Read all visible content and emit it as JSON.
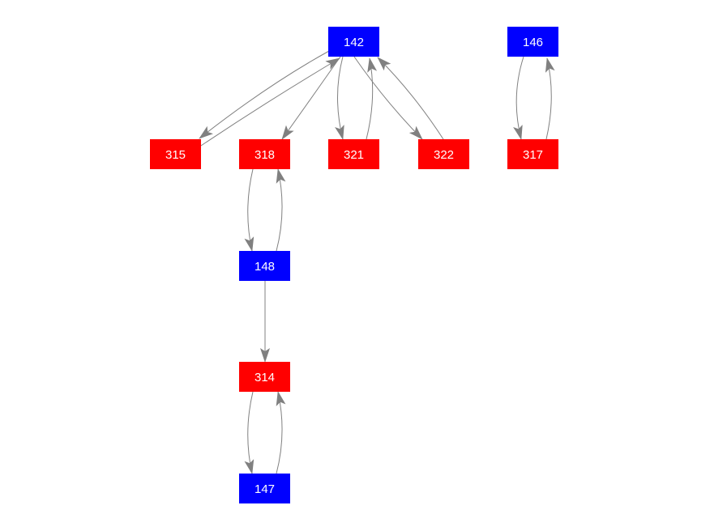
{
  "colors": {
    "type_a": "#0000ff",
    "type_b": "#ff0000",
    "edge": "#808080",
    "label": "#ffffff"
  },
  "nodes": [
    {
      "id": "142",
      "type": "type_a"
    },
    {
      "id": "146",
      "type": "type_a"
    },
    {
      "id": "315",
      "type": "type_b"
    },
    {
      "id": "318",
      "type": "type_b"
    },
    {
      "id": "321",
      "type": "type_b"
    },
    {
      "id": "322",
      "type": "type_b"
    },
    {
      "id": "317",
      "type": "type_b"
    },
    {
      "id": "148",
      "type": "type_a"
    },
    {
      "id": "314",
      "type": "type_b"
    },
    {
      "id": "147",
      "type": "type_a"
    }
  ],
  "edges": [
    {
      "from": "142",
      "to": "315"
    },
    {
      "from": "315",
      "to": "142"
    },
    {
      "from": "142",
      "to": "318"
    },
    {
      "from": "142",
      "to": "321"
    },
    {
      "from": "321",
      "to": "142"
    },
    {
      "from": "142",
      "to": "322"
    },
    {
      "from": "322",
      "to": "142"
    },
    {
      "from": "146",
      "to": "317"
    },
    {
      "from": "317",
      "to": "146"
    },
    {
      "from": "318",
      "to": "148"
    },
    {
      "from": "148",
      "to": "318"
    },
    {
      "from": "148",
      "to": "314"
    },
    {
      "from": "314",
      "to": "147"
    },
    {
      "from": "147",
      "to": "314"
    }
  ]
}
